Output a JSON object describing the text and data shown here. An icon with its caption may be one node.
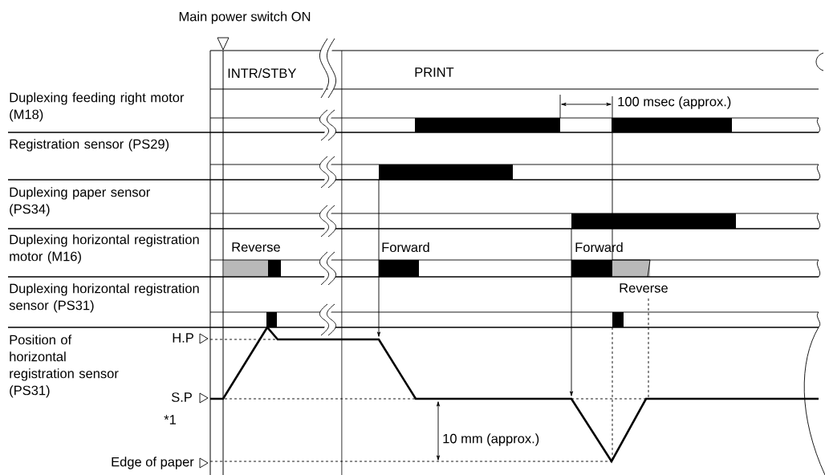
{
  "diagram": {
    "labels": [
      "Main power switch ON",
      "INTR/STBY",
      "PRINT",
      "Duplexing feeding right motor (M18)",
      "100 msec (approx.)",
      "Registration sensor (PS29)",
      "Duplexing paper sensor (PS34)",
      "Duplexing horizontal registration motor (M16)",
      "Reverse",
      "Forward",
      "Forward",
      "Reverse",
      "Duplexing horizontal registration sensor (PS31)",
      "H.P",
      "Position of horizontal registration sensor (PS31)",
      "S.P",
      "*1",
      "10 mm (approx.)",
      "Edge of paper"
    ]
  }
}
